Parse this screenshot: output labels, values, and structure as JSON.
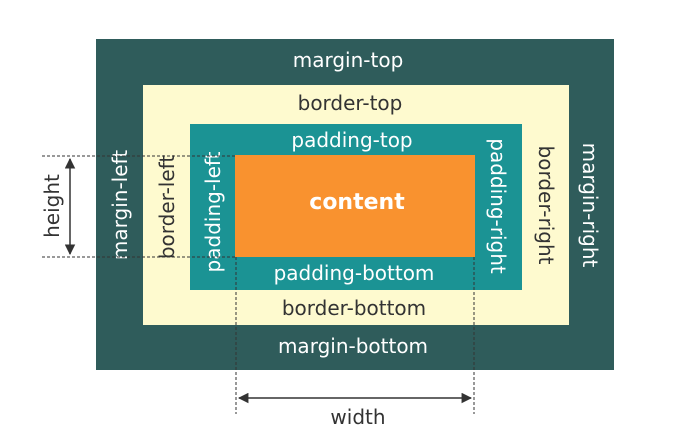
{
  "colors": {
    "margin": "#2f5c5b",
    "border": "#fefacf",
    "padding": "#1b9394",
    "content": "#f9922f",
    "line": "#333333"
  },
  "labels": {
    "margin_top": "margin-top",
    "margin_bottom": "margin-bottom",
    "margin_left": "margin-left",
    "margin_right": "margin-right",
    "border_top": "border-top",
    "border_bottom": "border-bottom",
    "border_left": "border-left",
    "border_right": "border-right",
    "padding_top": "padding-top",
    "padding_bottom": "padding-bottom",
    "padding_left": "padding-left",
    "padding_right": "padding-right",
    "content": "content",
    "height": "height",
    "width": "width"
  }
}
